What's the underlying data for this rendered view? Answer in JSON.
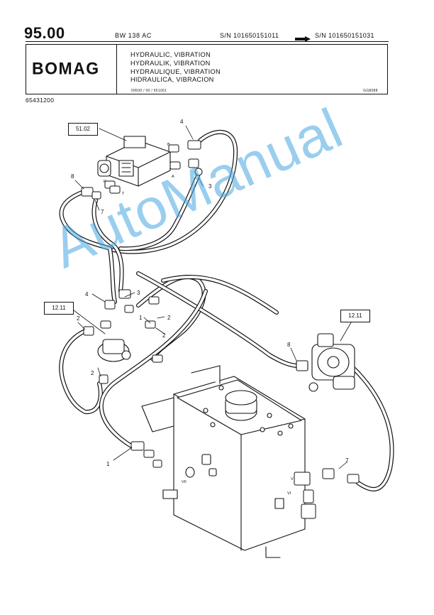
{
  "header": {
    "section": "95.00",
    "model": "BW 138 AC",
    "sn_from": "S/N 101650151011",
    "sn_to": "S/N 101650151031",
    "brand": "BOMAG",
    "titles": [
      "HYDRAULIC, VIBRATION",
      "HYDRAULIK, VIBRATION",
      "HYDRAULIQUE, VIBRATION",
      "HIDRAULICA, VIBRACION"
    ],
    "doc_code": "09500 / 00 / 651001",
    "drawing_code": "GG8088",
    "part_number": "65431200"
  },
  "diagram": {
    "ref_boxes": [
      "51.02",
      "12.11",
      "12.11"
    ],
    "callouts": [
      "4",
      "8",
      "7",
      "3",
      "4",
      "3",
      "1",
      "2",
      "2",
      "2",
      "2",
      "8",
      "1",
      "7"
    ],
    "port_labels": [
      "P",
      "B",
      "A",
      "T",
      "V",
      "VI",
      "VII"
    ]
  },
  "watermark": "AutoManual",
  "colors": {
    "line": "#111111",
    "watermark": "#47a6e0"
  }
}
